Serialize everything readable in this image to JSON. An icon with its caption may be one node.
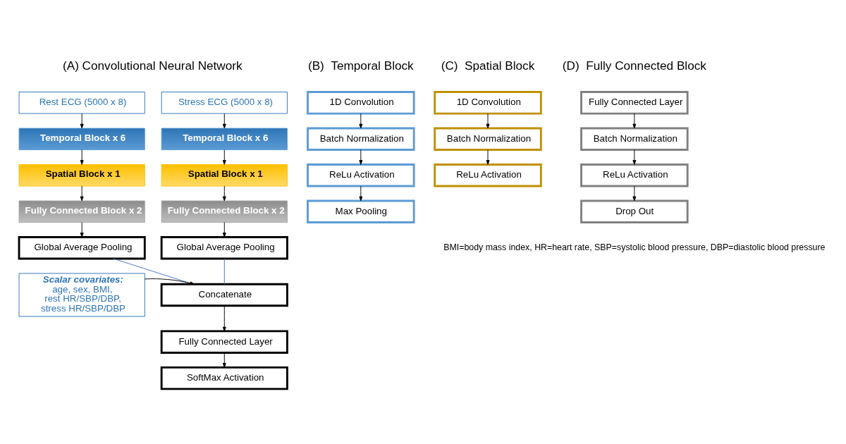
{
  "diagram": {
    "nodes": [
      {
        "text": [
          "Rest ECG (5000 x 8)"
        ]
      },
      {
        "text": [
          "Temporal Block x 6"
        ]
      },
      {
        "text": [
          "Spatial Block x 1"
        ]
      },
      {
        "text": [
          "Fully Connected Block x 2"
        ]
      },
      {
        "text": [
          "Global Average Pooling"
        ]
      },
      {
        "text": [
          "Stress ECG (5000 x 8)"
        ]
      },
      {
        "text": [
          "Temporal Block x 6"
        ]
      },
      {
        "text": [
          "Spatial Block x 1"
        ]
      },
      {
        "text": [
          "Fully Connected Block x 2"
        ]
      },
      {
        "text": [
          "Global Average Pooling"
        ]
      },
      {
        "text": [
          "Concatenate"
        ]
      },
      {
        "text": [
          "Fully Connected Layer"
        ]
      },
      {
        "text": [
          "SoftMax Activation"
        ]
      },
      {
        "text": [
          "Scalar covariates:",
          "age, sex, BMI, rest HR/SBP/DBP, stress HR/SBP/DBP"
        ]
      },
      {
        "text": [
          "1D Convolution"
        ]
      },
      {
        "text": [
          "Batch Normalization"
        ]
      },
      {
        "text": [
          "ReLu Activation"
        ]
      },
      {
        "text": [
          "Max Pooling"
        ]
      },
      {
        "text": [
          "1D Convolution"
        ]
      },
      {
        "text": [
          "Batch Normalization"
        ]
      },
      {
        "text": [
          "ReLu Activation"
        ]
      },
      {
        "text": [
          "Fully Connected Layer"
        ]
      },
      {
        "text": [
          "Batch Normalization"
        ]
      },
      {
        "text": [
          "ReLu Activation"
        ]
      },
      {
        "text": [
          "Drop Out"
        ]
      }
    ],
    "edges": [
      {
        "from": 0,
        "to": 1,
        "arrow": "to"
      },
      {
        "from": 1,
        "to": 2,
        "arrow": "to"
      },
      {
        "from": 2,
        "to": 3,
        "arrow": "to"
      },
      {
        "from": 3,
        "to": 4,
        "arrow": "to"
      },
      {
        "from": 5,
        "to": 6,
        "arrow": "to"
      },
      {
        "from": 6,
        "to": 7,
        "arrow": "to"
      },
      {
        "from": 7,
        "to": 8,
        "arrow": "to"
      },
      {
        "from": 8,
        "to": 9,
        "arrow": "to"
      },
      {
        "from": 4,
        "to": 10,
        "arrow": "none",
        "color": "#4472c4"
      },
      {
        "from": 9,
        "to": 10,
        "arrow": "none",
        "color": "#4472c4"
      },
      {
        "from": 13,
        "to": 10,
        "arrow": "to"
      },
      {
        "from": 10,
        "to": 11,
        "arrow": "to"
      },
      {
        "from": 11,
        "to": 12,
        "arrow": "to"
      },
      {
        "from": 14,
        "to": 15,
        "arrow": "to"
      },
      {
        "from": 15,
        "to": 16,
        "arrow": "to"
      },
      {
        "from": 16,
        "to": 17,
        "arrow": "to"
      },
      {
        "from": 18,
        "to": 19,
        "arrow": "to"
      },
      {
        "from": 19,
        "to": 20,
        "arrow": "to"
      },
      {
        "from": 21,
        "to": 22,
        "arrow": "to"
      },
      {
        "from": 22,
        "to": 23,
        "arrow": "to"
      },
      {
        "from": 23,
        "to": 24,
        "arrow": "to"
      }
    ],
    "labels": [
      "(A) Convolutional Neural Network",
      "(B)  Temporal Block",
      "(C)  Spatial Block",
      "(D)  Fully Connected Block",
      "BMI=body mass index, HR=heart rate, SBP=systolic blood pressure, DBP=diastolic blood pressure"
    ]
  }
}
